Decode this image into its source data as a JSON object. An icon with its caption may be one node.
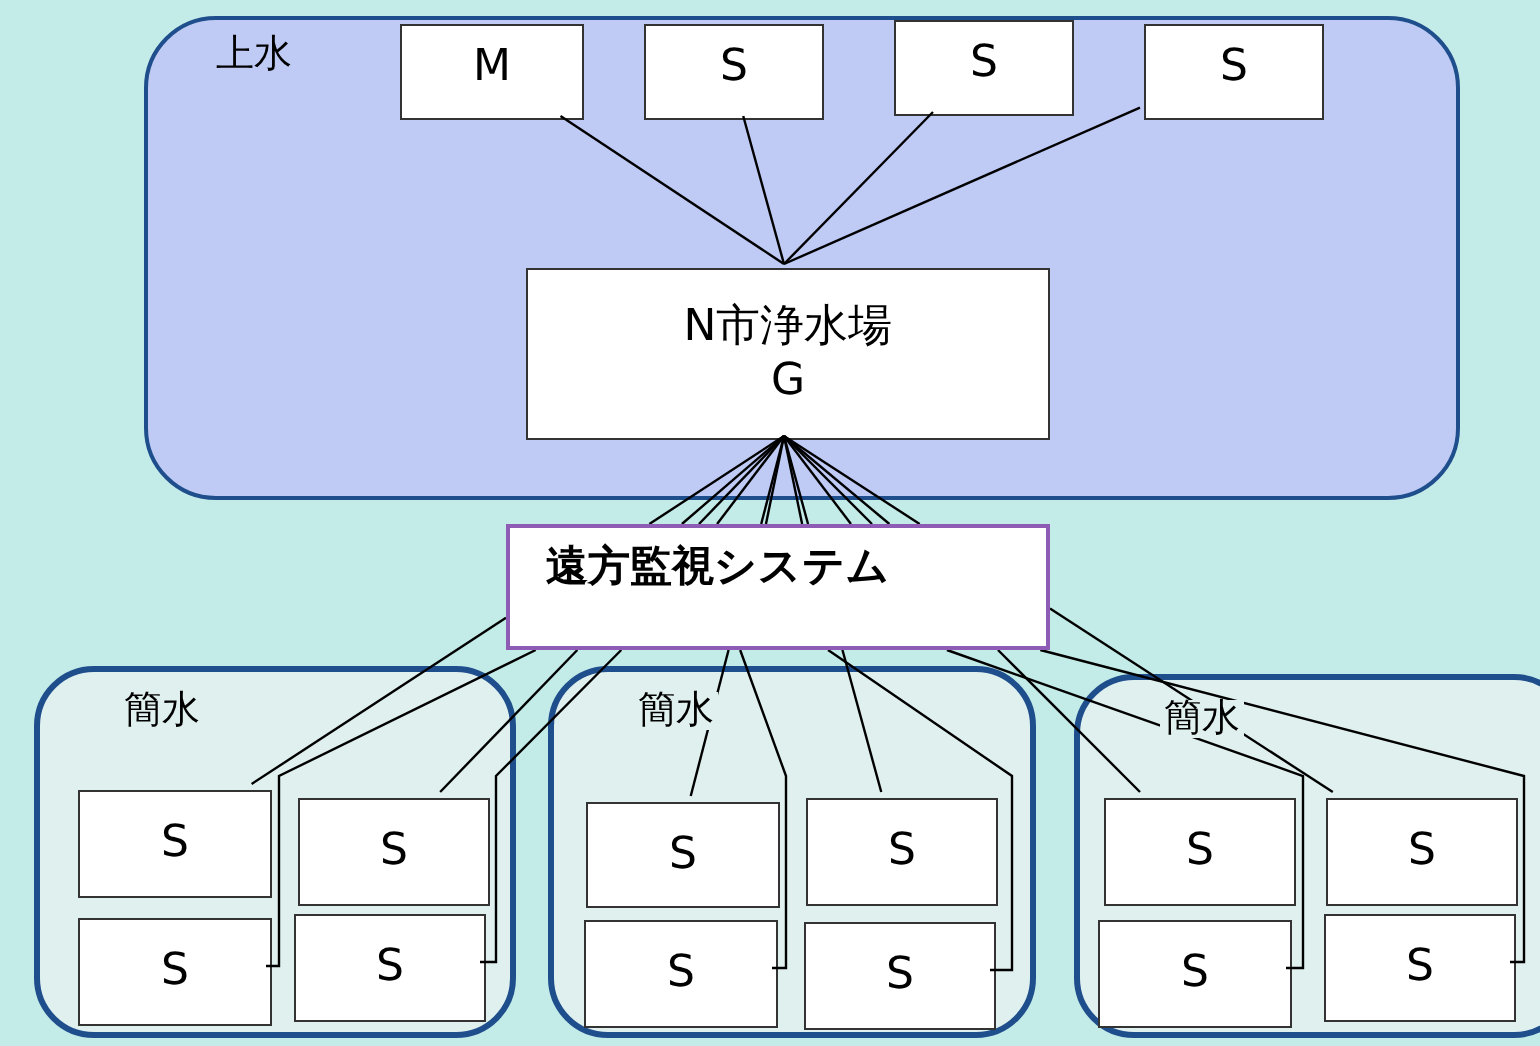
{
  "diagram": {
    "nodes": [
      {
        "text": [
          "上水"
        ]
      },
      {
        "text": [
          "M"
        ],
        "in": 0
      },
      {
        "text": [
          "S"
        ],
        "in": 0
      },
      {
        "text": [
          "S"
        ],
        "in": 0
      },
      {
        "text": [
          "S"
        ],
        "in": 0
      },
      {
        "text": [
          "N市浄水場",
          "G"
        ],
        "in": 0
      },
      {
        "text": [
          "遠方監視システム"
        ]
      },
      {
        "text": [
          "簡水"
        ]
      },
      {
        "text": [
          "S"
        ],
        "in": 7
      },
      {
        "text": [
          "S"
        ],
        "in": 7
      },
      {
        "text": [
          "S"
        ],
        "in": 7
      },
      {
        "text": [
          "S"
        ],
        "in": 7
      },
      {
        "text": [
          "簡水"
        ]
      },
      {
        "text": [
          "S"
        ],
        "in": 12
      },
      {
        "text": [
          "S"
        ],
        "in": 12
      },
      {
        "text": [
          "S"
        ],
        "in": 12
      },
      {
        "text": [
          "S"
        ],
        "in": 12
      },
      {
        "text": [
          "簡水"
        ]
      },
      {
        "text": [
          "S"
        ],
        "in": 17
      },
      {
        "text": [
          "S"
        ],
        "in": 17
      },
      {
        "text": [
          "S"
        ],
        "in": 17
      },
      {
        "text": [
          "S"
        ],
        "in": 17
      }
    ],
    "edges": [
      {
        "from": 1,
        "to": 5,
        "arrow": "none"
      },
      {
        "from": 2,
        "to": 5,
        "arrow": "none"
      },
      {
        "from": 3,
        "to": 5,
        "arrow": "none"
      },
      {
        "from": 4,
        "to": 5,
        "arrow": "none"
      },
      {
        "from": 5,
        "to": 6,
        "arrow": "none"
      },
      {
        "from": 5,
        "to": 6,
        "arrow": "none"
      },
      {
        "from": 5,
        "to": 6,
        "arrow": "none"
      },
      {
        "from": 5,
        "to": 6,
        "arrow": "none"
      },
      {
        "from": 5,
        "to": 6,
        "arrow": "none"
      },
      {
        "from": 5,
        "to": 6,
        "arrow": "none"
      },
      {
        "from": 5,
        "to": 6,
        "arrow": "none"
      },
      {
        "from": 5,
        "to": 6,
        "arrow": "none"
      },
      {
        "from": 5,
        "to": 6,
        "arrow": "none"
      },
      {
        "from": 5,
        "to": 6,
        "arrow": "none"
      },
      {
        "from": 5,
        "to": 6,
        "arrow": "none"
      },
      {
        "from": 5,
        "to": 6,
        "arrow": "none"
      },
      {
        "from": 6,
        "to": 8,
        "arrow": "none"
      },
      {
        "from": 6,
        "to": 9,
        "arrow": "none"
      },
      {
        "from": 6,
        "to": 10,
        "arrow": "none"
      },
      {
        "from": 6,
        "to": 11,
        "arrow": "none"
      },
      {
        "from": 6,
        "to": 13,
        "arrow": "none"
      },
      {
        "from": 6,
        "to": 14,
        "arrow": "none"
      },
      {
        "from": 6,
        "to": 15,
        "arrow": "none"
      },
      {
        "from": 6,
        "to": 16,
        "arrow": "none"
      },
      {
        "from": 6,
        "to": 18,
        "arrow": "none"
      },
      {
        "from": 6,
        "to": 19,
        "arrow": "none"
      },
      {
        "from": 6,
        "to": 20,
        "arrow": "none"
      },
      {
        "from": 6,
        "to": 21,
        "arrow": "none"
      }
    ]
  }
}
